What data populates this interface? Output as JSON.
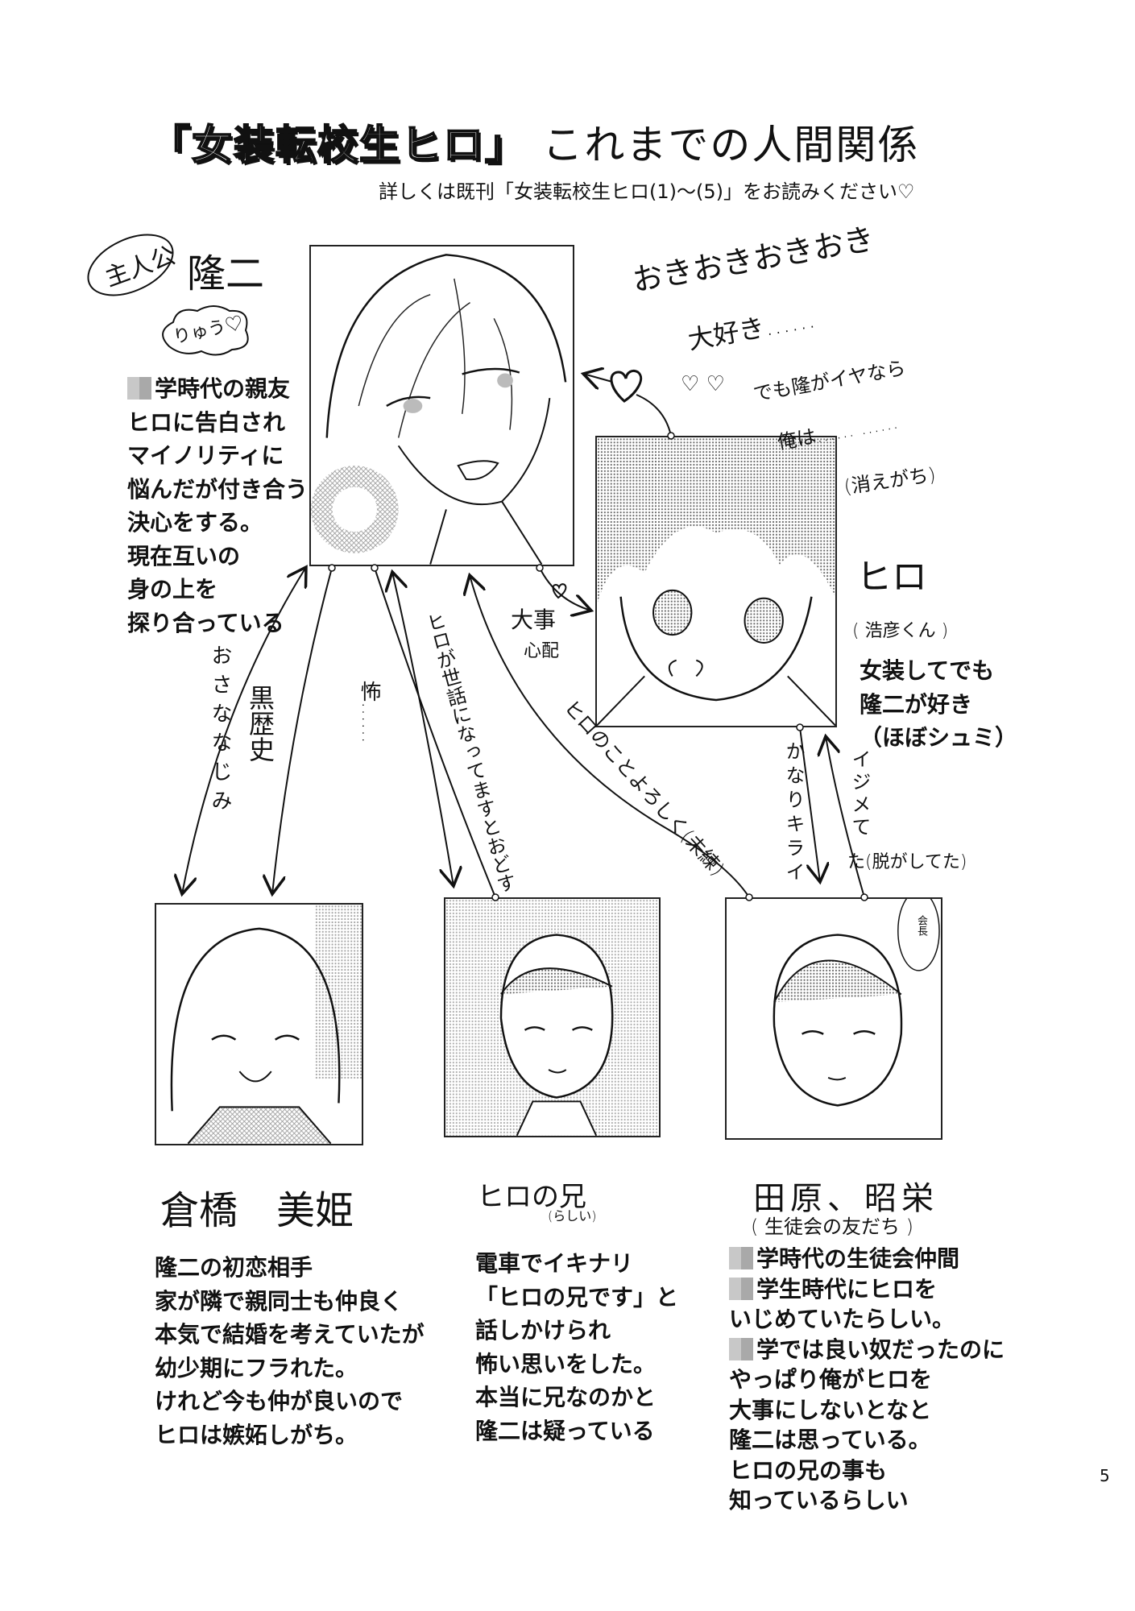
{
  "title": {
    "bracketed": "「女装転校生ヒロ」",
    "rest": "これまでの人間関係"
  },
  "subtitle": "詳しくは既刊「女装転校生ヒロ(1)〜(5)」をお読みください♡",
  "page_number": "5",
  "characters": {
    "ryuji": {
      "role_badge": "主人公",
      "name": "隆二",
      "nickname": "りゅう♡",
      "description": [
        "学時代の親友",
        "ヒロに告白され",
        "マイノリティに",
        "悩んだが付き合う",
        "決心をする。",
        "現在互いの",
        "身の上を",
        "探り合っている"
      ]
    },
    "hiro": {
      "name": "ヒロ",
      "real_name": "( 浩彦くん )",
      "description": [
        "女装してでも",
        "隆二が好き",
        "（ほぼシュミ）"
      ],
      "monologue": [
        "おきおきおきおき",
        "大好き……",
        "♡ ♡",
        "でも隆がイヤなら",
        "俺は…… ……",
        "(消えがち)"
      ]
    },
    "misaki": {
      "name": "倉橋　美姫",
      "description": [
        "隆二の初恋相手",
        "家が隣で親同士も仲良く",
        "本気で結婚を考えていたが",
        "幼少期にフラれた。",
        "けれど今も仲が良いので",
        "ヒロは嫉妬しがち。"
      ]
    },
    "brother": {
      "name": "ヒロの兄",
      "note": "(らしい)",
      "description": [
        "電車でイキナリ",
        "「ヒロの兄です」と",
        "話しかけられ",
        "怖い思いをした。",
        "本当に兄なのかと",
        "隆二は疑っている"
      ]
    },
    "tahara": {
      "name": "田原、昭栄",
      "note": "( 生徒会の友だち )",
      "speech_bubble": "会長",
      "description": [
        "学時代の生徒会仲間",
        "学生時代にヒロを",
        "いじめていたらしい。",
        "学では良い奴だったのに",
        "やっぱり俺がヒロを",
        "大事にしないとなと",
        "隆二は思っている。",
        "ヒロの兄の事も",
        "知っているらしい"
      ]
    }
  },
  "relations": {
    "childhood_friend": "おさななじみ",
    "dark_history": "黒歴史",
    "scary": "怖……",
    "threatens": "ヒロが世話になってますとおどす",
    "take_care": "ヒロのことよろしく(未練)",
    "cherish": "大事",
    "worry": "心配",
    "dislike": "かなりキライ",
    "bullied_v": "イジメて",
    "bullied_h": "た(脱がしてた)"
  }
}
